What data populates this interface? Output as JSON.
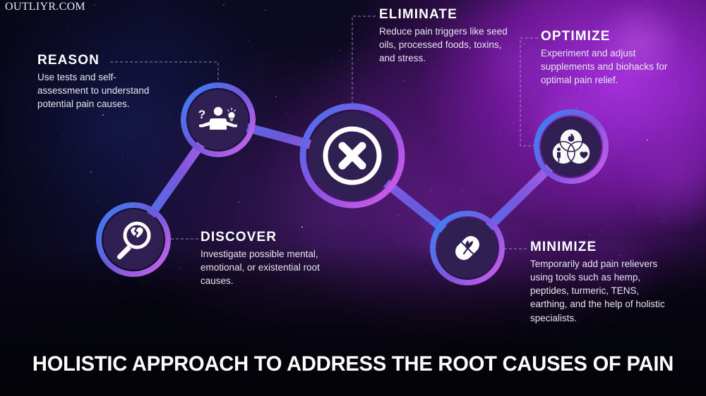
{
  "watermark": "OUTLIYR.COM",
  "title": "HOLISTIC APPROACH TO ADDRESS THE ROOT CAUSES OF PAIN",
  "colors": {
    "ring_start": "#3a7bf0",
    "ring_mid": "#6b5bd6",
    "ring_end": "#c961e8",
    "node_core": "#2f1f52",
    "text": "#ffffff",
    "body_text": "#e9e6f2",
    "leader": "#b9b6cc",
    "bg_dark": "#0a0a20",
    "bg_purple": "#8a24bd"
  },
  "steps": [
    {
      "id": "reason",
      "heading": "REASON",
      "body": "Use tests and self-assessment to understand potential pain causes.",
      "icon": "person-shrug-question-idea-icon"
    },
    {
      "id": "eliminate",
      "heading": "ELIMINATE",
      "body": "Reduce pain triggers like seed oils, processed foods, toxins, and stress.",
      "icon": "circle-x-icon"
    },
    {
      "id": "optimize",
      "heading": "OPTIMIZE",
      "body": "Experiment and adjust supplements and biohacks for optimal pain relief.",
      "icon": "venn-holistic-wellness-icon"
    },
    {
      "id": "discover",
      "heading": "DISCOVER",
      "body": "Investigate possible mental, emotional, or existential root causes.",
      "icon": "magnifier-broken-heart-icon"
    },
    {
      "id": "minimize",
      "heading": "MINIMIZE",
      "body": "Temporarily add pain relievers using tools such as hemp, peptides, turmeric, TENS, earthing, and the help of holistic specialists.",
      "icon": "capsule-leaf-icon"
    }
  ]
}
